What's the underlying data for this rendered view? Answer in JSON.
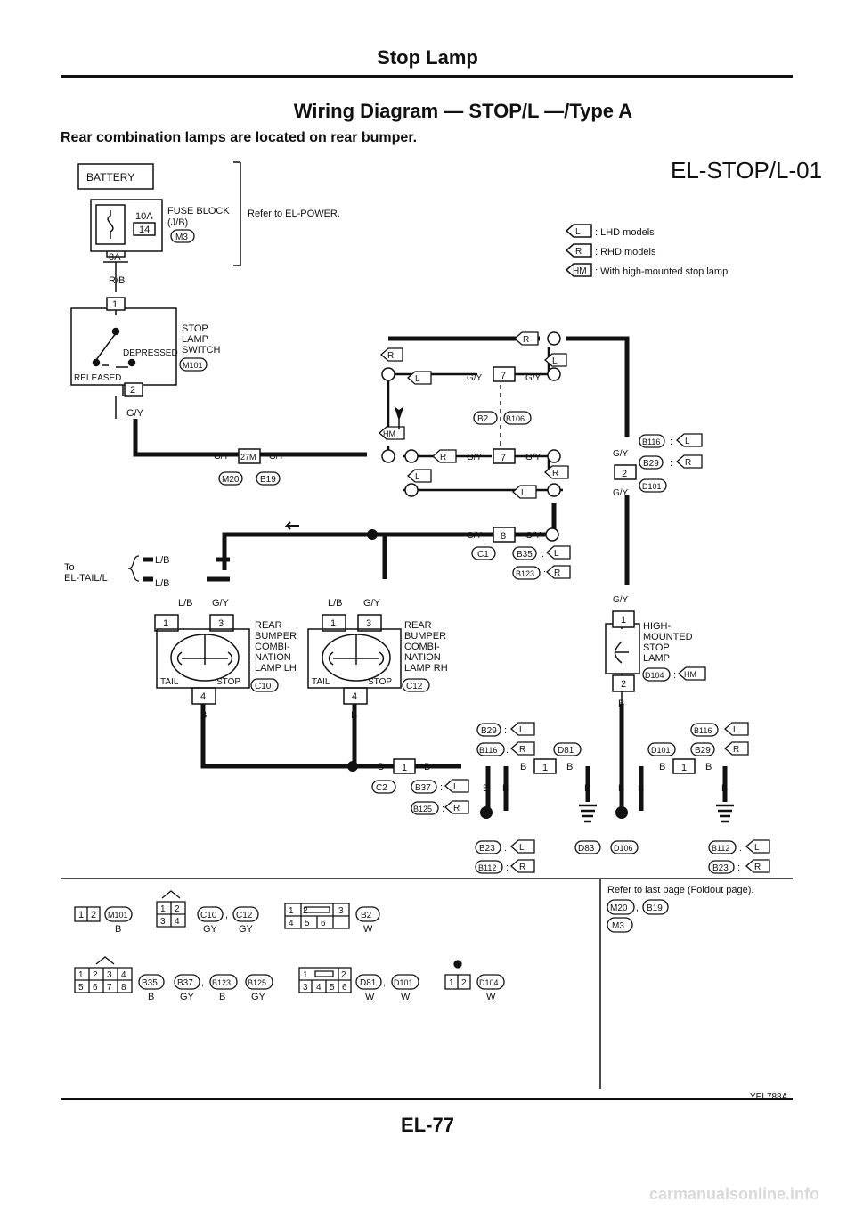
{
  "header": {
    "section_title": "Stop Lamp",
    "page_code": "EL-77",
    "watermark": "carmanualsonline.info"
  },
  "diagram": {
    "title": "Wiring Diagram — STOP/L —/Type A",
    "note": "Rear combination lamps are located on rear bumper.",
    "diagram_id": "EL-STOP/L-01",
    "image_code": "YEL788A",
    "battery": "BATTERY",
    "fuse_amp": "10A",
    "fuse_num": "14",
    "fuse_block_1": "FUSE BLOCK",
    "fuse_block_2": "(J/B)",
    "fuse_conn": "M3",
    "fuse_out": "8A",
    "refer_power": "Refer to EL-POWER.",
    "legend": [
      {
        "tag": "L",
        "text": ": LHD models"
      },
      {
        "tag": "R",
        "text": ": RHD models"
      },
      {
        "tag": "HM",
        "text": ": With high-mounted stop lamp"
      }
    ],
    "switch": {
      "l1": "STOP",
      "l2": "LAMP",
      "l3": "SWITCH",
      "conn": "M101",
      "depressed": "DEPRESSED",
      "released": "RELEASED",
      "pin_top": "1",
      "pin_bottom": "2"
    },
    "wire": {
      "rb": "R/B",
      "gy": "G/Y",
      "lb": "L/B",
      "b": "B"
    },
    "joint_27m": "27M",
    "conn_m20": "M20",
    "conn_b19": "B19",
    "tag_r": "R",
    "tag_l": "L",
    "tag_hm": "HM",
    "pin_7": "7",
    "pin_8": "8",
    "pin_1": "1",
    "pin_2": "2",
    "pin_3": "3",
    "pin_4": "4",
    "conn_b2": "B2",
    "conn_b106": "B106",
    "conn_c1": "C1",
    "conn_b35": "B35",
    "conn_b123": "B123",
    "conn_b116": "B116",
    "conn_b29": "B29",
    "conn_d101": "D101",
    "colon": ":",
    "to_tail_1": "To",
    "to_tail_2": "EL-TAIL/L",
    "lamp_lh": {
      "l1": "REAR",
      "l2": "BUMPER",
      "l3": "COMBI-",
      "l4": "NATION",
      "l5": "LAMP LH",
      "conn": "C10"
    },
    "lamp_rh": {
      "l1": "REAR",
      "l2": "BUMPER",
      "l3": "COMBI-",
      "l4": "NATION",
      "l5": "LAMP RH",
      "conn": "C12"
    },
    "tail": "TAIL",
    "stop": "STOP",
    "hm_lamp": {
      "l1": "HIGH-",
      "l2": "MOUNTED",
      "l3": "STOP",
      "l4": "LAMP",
      "conn": "D104"
    },
    "conn_c2": "C2",
    "conn_b37": "B37",
    "conn_b125": "B125",
    "conn_d81": "D81",
    "conn_b23": "B23",
    "conn_b112": "B112",
    "conn_d83": "D83",
    "conn_d106": "D106",
    "refer_foldout": "Refer to last page (Foldout page).",
    "comma": ",",
    "color_b": "B",
    "color_gy": "GY",
    "color_w": "W",
    "pin_5": "5",
    "pin_6": "6"
  }
}
